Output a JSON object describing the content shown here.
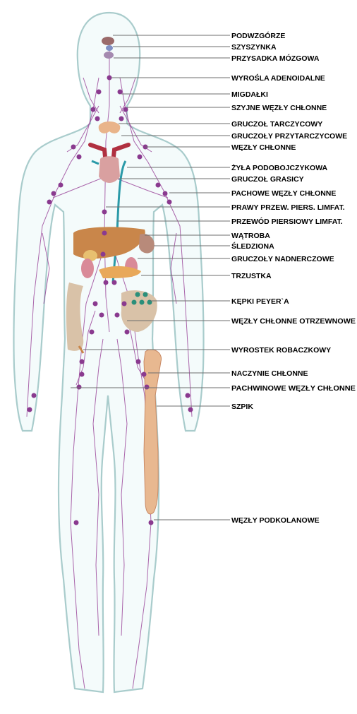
{
  "labels": [
    "PODWZGÓRZE",
    "SZYSZYNKA",
    "PRZYSADKA MÓZGOWA",
    "WYROŚLA ADENOIDALNE",
    "MIGDAŁKI",
    "SZYJNE WĘZŁY CHŁONNE",
    "GRUCZOŁ TARCZYCOWY",
    "GRUCZOŁY PRZYTARCZYCOWE",
    "WĘZŁY CHŁONNE",
    "ŻYŁA PODOBOJCZYKOWA",
    "GRUCZOŁ GRASICY",
    "PACHOWE WĘZŁY CHŁONNE",
    "PRAWY PRZEW. PIERS. LIMFAT.",
    "PRZEWÓD PIERSIOWY LIMFAT.",
    "WĄTROBA",
    "ŚLEDZIONA",
    "GRUCZOŁY NADNERCZOWE",
    "TRZUSTKA",
    "KĘPKI  PEYER`A",
    "WĘZŁY CHŁONNE OTRZEWNOWE",
    "WYROSTEK ROBACZKOWY",
    "NACZYNIE CHŁONNE",
    "PACHWINOWE WĘZŁY CHŁONNE",
    "SZPIK",
    "WĘZŁY PODKOLANOWE"
  ],
  "colors": {
    "outline": "#a9cccc",
    "body_fill": "#f4fbfb",
    "lymph_vessel": "#9c4a9c",
    "lymph_node": "#8a3a8f",
    "liver": "#c9864a",
    "spleen": "#b88a7a",
    "pancreas": "#e8a85a",
    "intestine": "#d9c2a8",
    "peyer_patches": "#2a8f7a",
    "thymus": "#d9a0a0",
    "thyroid": "#e9b48a",
    "vein_red": "#b03040",
    "thoracic_duct": "#2a9aa8",
    "bone_marrow": "#e8b890",
    "brain_glands": "#9a6a6a",
    "leader_line": "#6d6d6d"
  }
}
